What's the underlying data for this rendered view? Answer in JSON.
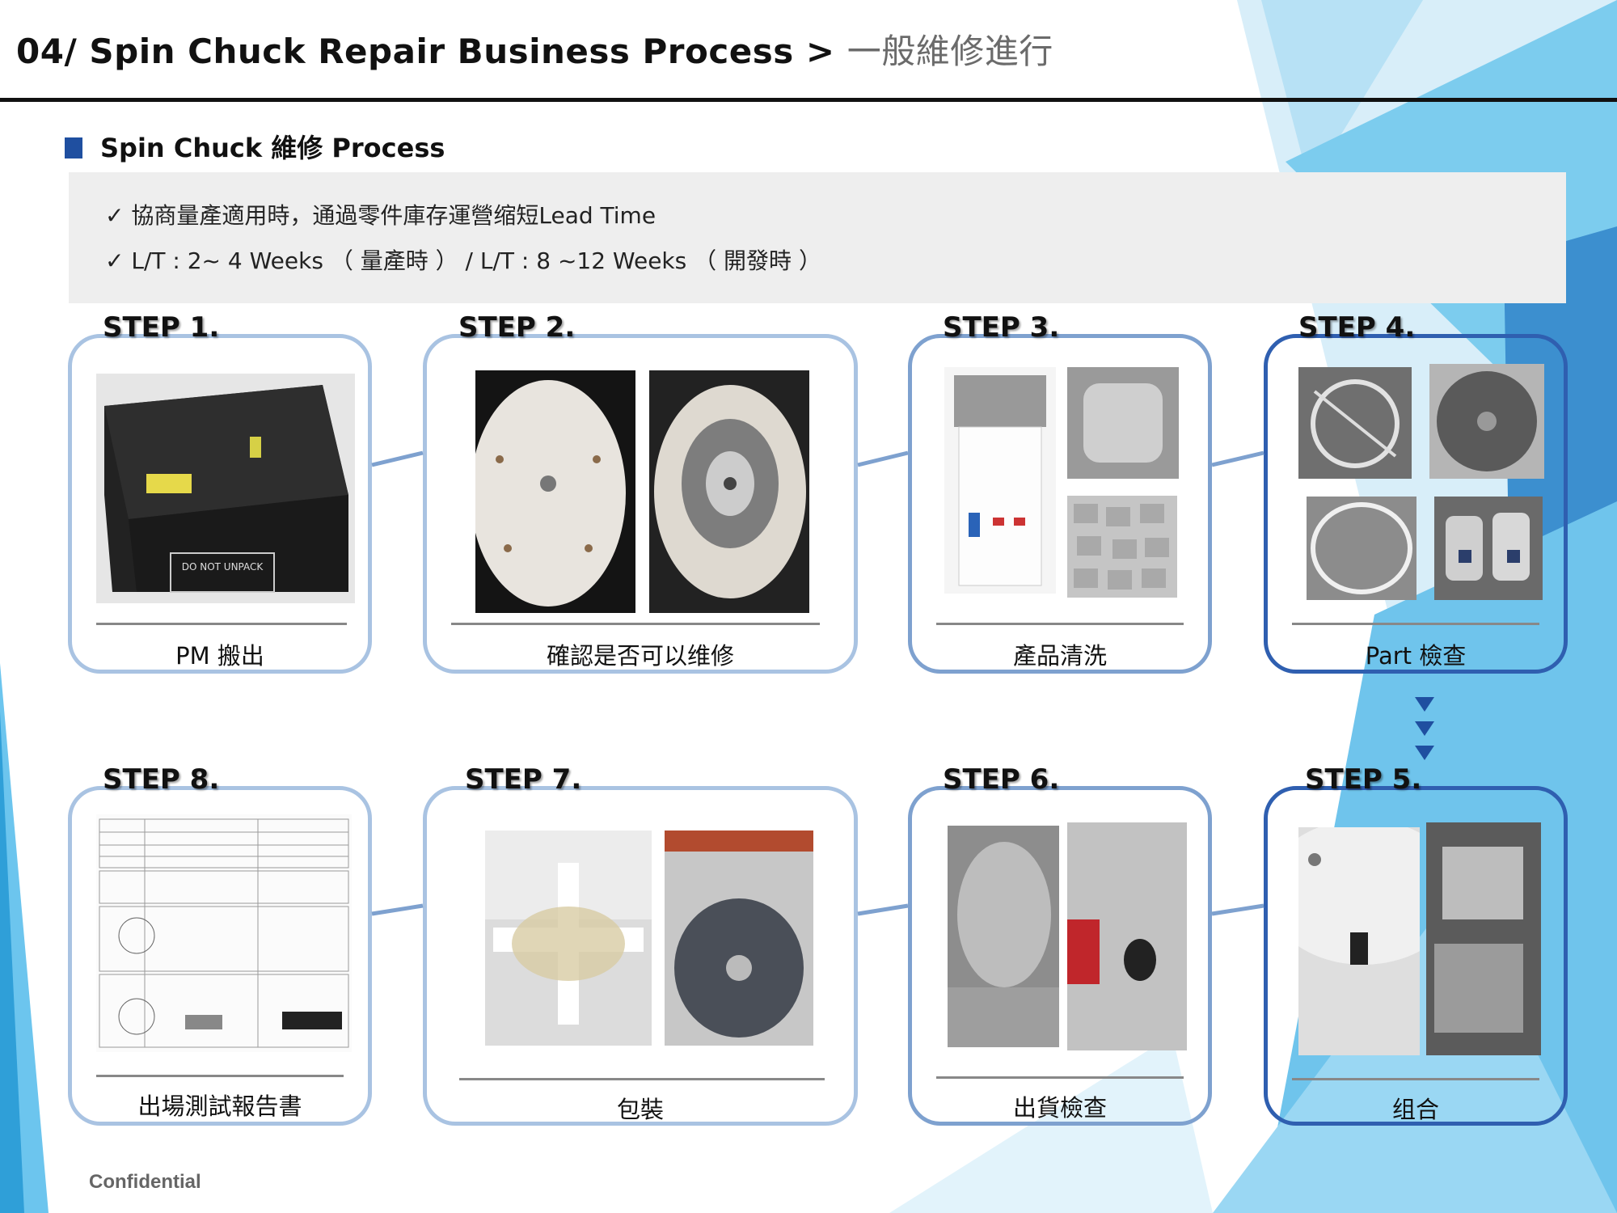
{
  "header": {
    "title_main": "04/ Spin Chuck Repair Business Process",
    "title_sep": ">",
    "title_sub": "一般維修進行"
  },
  "section": {
    "title": "Spin Chuck 維修 Process"
  },
  "notes": [
    "✓ 協商量產適用時，通過零件庫存運營缩短Lead Time",
    "✓ L/T : 2~ 4 Weeks （ 量產時 ） / L/T : 8 ~12 Weeks （ 開發時 ）"
  ],
  "steps": [
    {
      "label": "STEP 1.",
      "caption": "PM 搬出"
    },
    {
      "label": "STEP 2.",
      "caption": "確認是否可以维修"
    },
    {
      "label": "STEP 3.",
      "caption": "產品清洗"
    },
    {
      "label": "STEP 4.",
      "caption": "Part 檢查"
    },
    {
      "label": "STEP 5.",
      "caption": "组合"
    },
    {
      "label": "STEP 6.",
      "caption": "出貨檢查"
    },
    {
      "label": "STEP 7.",
      "caption": "包裝"
    },
    {
      "label": "STEP 8.",
      "caption": "出場測試報告書"
    }
  ],
  "step1_box_label": "DO NOT UNPACK",
  "footer": {
    "confidential": "Confidential"
  },
  "colors": {
    "accent_dark": "#1f4fa0",
    "panel_light": "#a9c3e2",
    "panel_mid": "#7ea1cf",
    "panel_dark": "#2f5fb0",
    "sky": "#5fc0ea"
  }
}
